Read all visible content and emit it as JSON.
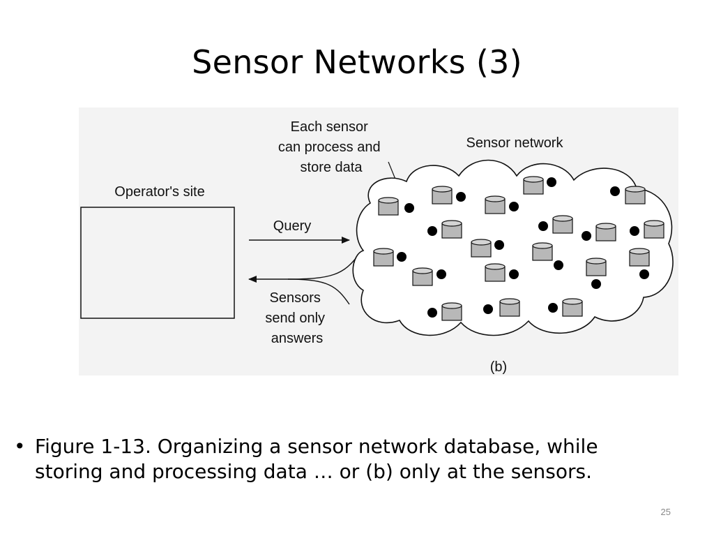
{
  "slide": {
    "title": "Sensor Networks (3)",
    "page_number": "25"
  },
  "figure": {
    "operator_label": "Operator's site",
    "query_label": "Query",
    "answers_label": [
      "Sensors",
      "send only",
      "answers"
    ],
    "sensor_note": [
      "Each sensor",
      "can process and",
      "store data"
    ],
    "network_label": "Sensor network",
    "panel_label": "(b)",
    "colors": {
      "sensor_fill": "#b8b8b8",
      "node_fill": "#000000",
      "panel_bg": "#f3f3f3"
    }
  },
  "caption": {
    "bullet": "•",
    "lines": [
      "Figure 1-13. Organizing a sensor network database, while",
      "storing and processing data … or (b) only at the sensors."
    ]
  }
}
